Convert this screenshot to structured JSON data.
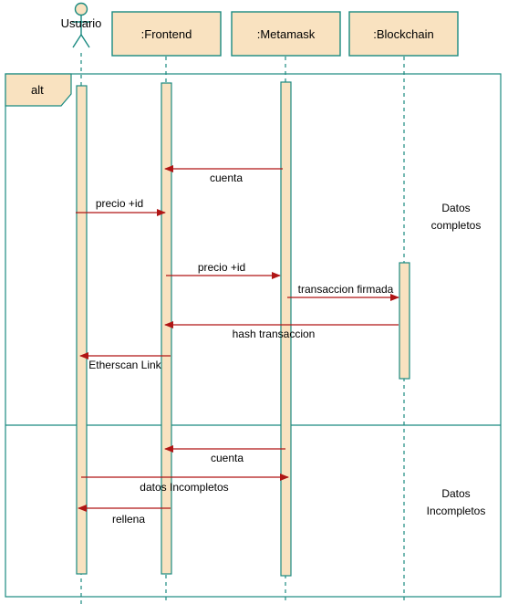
{
  "actor": {
    "label": "Usuario"
  },
  "participants": [
    {
      "id": "frontend",
      "label": ":Frontend"
    },
    {
      "id": "metamask",
      "label": ":Metamask"
    },
    {
      "id": "blockchain",
      "label": ":Blockchain"
    }
  ],
  "fragment": {
    "operator": "alt",
    "guards": [
      "Datos completos",
      "Datos Incompletos"
    ]
  },
  "messages": [
    {
      "label": "cuenta",
      "from": "metamask",
      "to": "frontend"
    },
    {
      "label": "precio +id",
      "from": "usuario",
      "to": "frontend"
    },
    {
      "label": "precio +id",
      "from": "frontend",
      "to": "metamask"
    },
    {
      "label": "transaccion firmada",
      "from": "metamask",
      "to": "blockchain"
    },
    {
      "label": "hash transaccion",
      "from": "blockchain",
      "to": "frontend"
    },
    {
      "label": "Etherscan Link",
      "from": "frontend",
      "to": "usuario"
    },
    {
      "label": "cuenta",
      "from": "metamask",
      "to": "frontend"
    },
    {
      "label": "datos Incompletos",
      "from": "usuario",
      "to": "metamask"
    },
    {
      "label": "rellena",
      "from": "frontend",
      "to": "usuario"
    }
  ],
  "colors": {
    "border": "#1a8a80",
    "box_fill": "#f9e2c0",
    "arrow": "#b01515"
  }
}
